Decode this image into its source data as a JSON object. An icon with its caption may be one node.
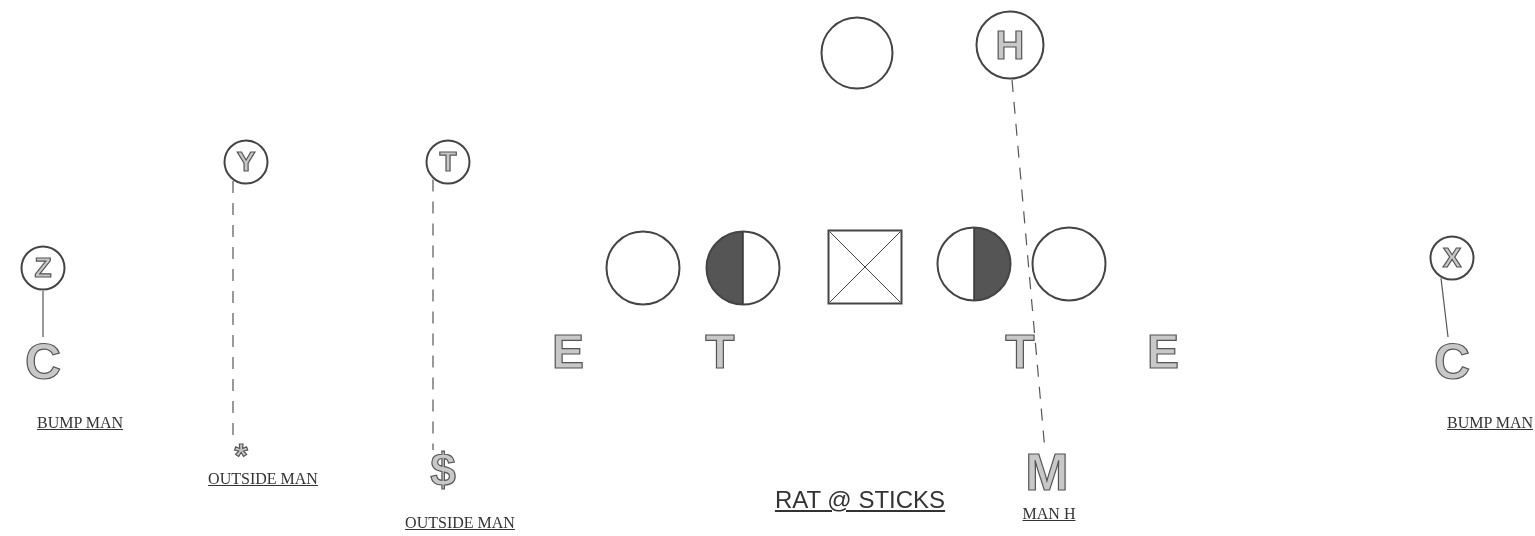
{
  "diagram": {
    "nodes": [
      {
        "text": [],
        "shape": "circle"
      },
      {
        "text": [
          "H"
        ]
      },
      {
        "text": [
          "Y"
        ]
      },
      {
        "text": [
          "T"
        ]
      },
      {
        "text": [
          "Z"
        ]
      },
      {
        "text": [],
        "shape": "circle"
      },
      {
        "text": [],
        "shape": "circle"
      },
      {
        "text": [],
        "shape": "box"
      },
      {
        "text": [],
        "shape": "circle"
      },
      {
        "text": [],
        "shape": "circle"
      },
      {
        "text": [
          "X"
        ]
      },
      {
        "text": [
          "C"
        ],
        "beside": [
          "BUMP MAN"
        ]
      },
      {
        "text": [
          "C"
        ],
        "beside": [
          "BUMP MAN"
        ]
      },
      {
        "text": [
          "*"
        ],
        "beside": [
          "OUTSIDE MAN"
        ]
      },
      {
        "text": [
          "$"
        ],
        "beside": [
          "OUTSIDE MAN"
        ]
      },
      {
        "text": [
          "M"
        ],
        "beside": [
          "MAN H"
        ]
      }
    ],
    "edges": [
      {
        "from": 4,
        "to": 11,
        "arrow": "none"
      },
      {
        "from": 2,
        "to": 13,
        "arrow": "none",
        "style": "dashed"
      },
      {
        "from": 3,
        "to": 14,
        "arrow": "none",
        "style": "dashed"
      },
      {
        "from": 1,
        "to": 15,
        "arrow": "none",
        "style": "dashed"
      },
      {
        "from": 10,
        "to": 12,
        "arrow": "none"
      }
    ],
    "labels": [
      "E",
      "T",
      "T",
      "E",
      "RAT @ STICKS"
    ]
  }
}
